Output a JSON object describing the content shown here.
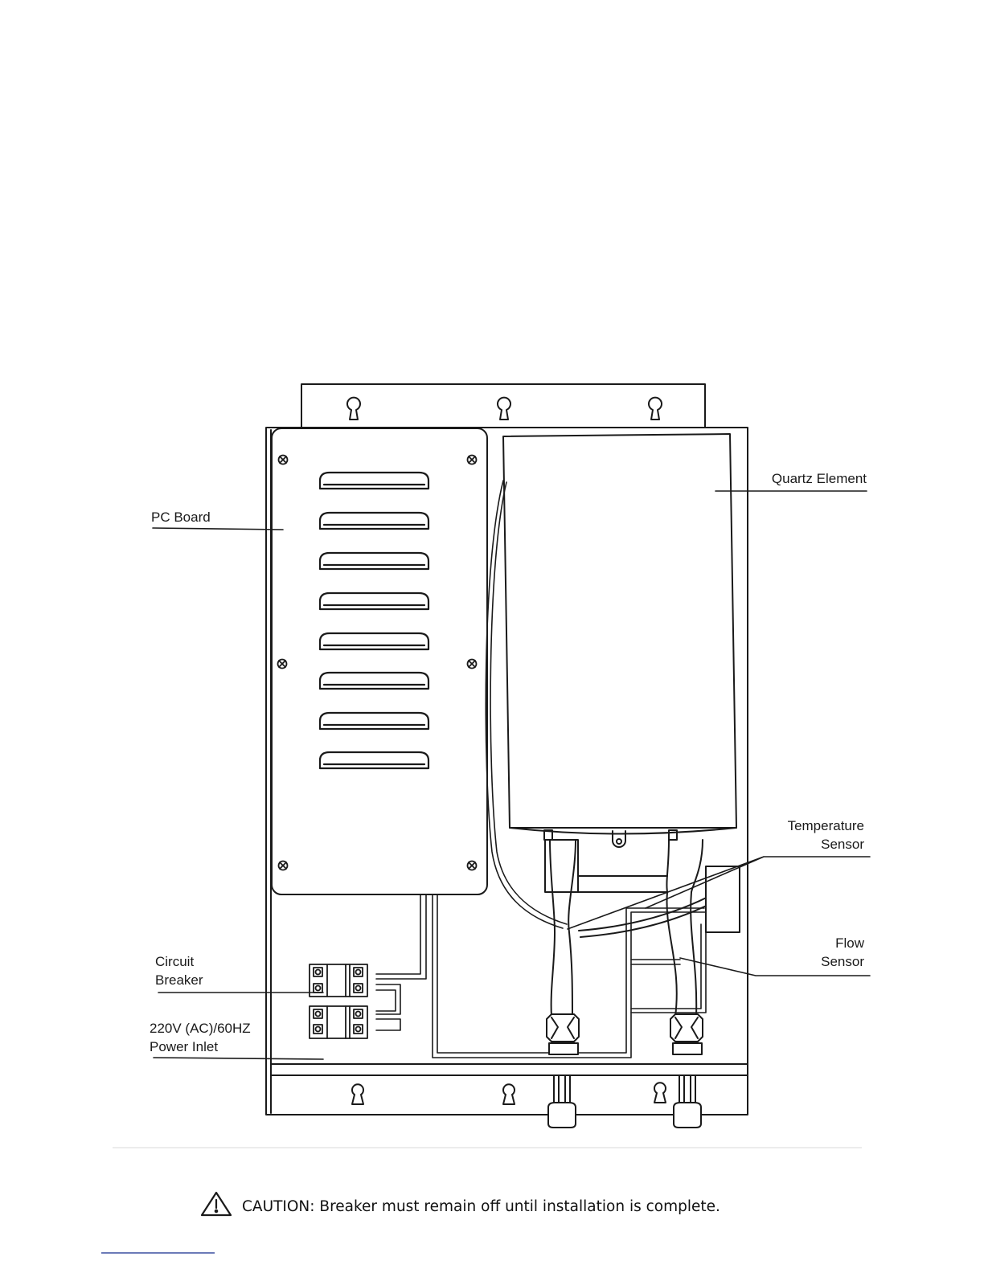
{
  "labels": {
    "quartz_element": "Quartz Element",
    "pc_board": "PC Board",
    "temperature_sensor_line1": "Temperature",
    "temperature_sensor_line2": "Sensor",
    "flow_sensor_line1": "Flow",
    "flow_sensor_line2": "Sensor",
    "circuit_breaker_line1": "Circuit",
    "circuit_breaker_line2": "Breaker",
    "power_inlet_line1": "220V (AC)/60HZ",
    "power_inlet_line2": "Power Inlet"
  },
  "caution": {
    "text": "CAUTION: Breaker must remain off until installation is complete.",
    "icon": "warning-triangle-icon"
  },
  "colors": {
    "line": "#1a1a1a",
    "background": "#ffffff"
  }
}
